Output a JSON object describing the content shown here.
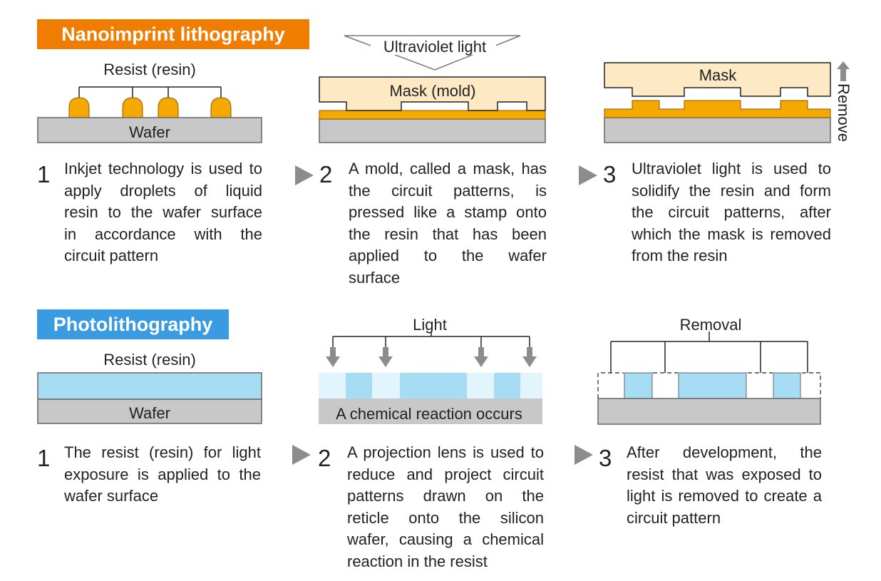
{
  "nanoimprint": {
    "title": "Nanoimprint lithography",
    "title_color": "#f07c00",
    "panel1": {
      "resist_label": "Resist (resin)",
      "wafer_label": "Wafer"
    },
    "panel2": {
      "uv_label": "Ultraviolet light",
      "mask_label": "Mask (mold)"
    },
    "panel3": {
      "mask_label": "Mask",
      "remove_label": "Remove"
    },
    "steps": [
      {
        "num": "1",
        "lines": [
          "Inkjet technology is used to",
          "apply droplets of liquid",
          "resin to the wafer surface",
          "in accordance with the",
          "circuit pattern"
        ]
      },
      {
        "num": "2",
        "lines": [
          "A mold, called a mask, has",
          "the circuit patterns, is",
          "pressed like a stamp onto",
          "the resin that has been",
          "applied to the wafer",
          "surface"
        ]
      },
      {
        "num": "3",
        "lines": [
          "Ultraviolet light is used to",
          "solidify the resin and form",
          "the circuit patterns, after",
          "which the mask is removed",
          "from the resin"
        ]
      }
    ]
  },
  "photolithography": {
    "title": "Photolithography",
    "title_color": "#3a9be0",
    "panel1": {
      "resist_label": "Resist (resin)",
      "wafer_label": "Wafer"
    },
    "panel2": {
      "light_label": "Light",
      "reaction_label": "A chemical reaction occurs"
    },
    "panel3": {
      "removal_label": "Removal"
    },
    "steps": [
      {
        "num": "1",
        "lines": [
          "The resist (resin) for light",
          "exposure is applied to the",
          "wafer surface"
        ]
      },
      {
        "num": "2",
        "lines": [
          "A projection lens is used to",
          "reduce and project circuit",
          "patterns drawn on the",
          "reticle onto the silicon",
          "wafer, causing a chemical",
          "reaction in the resist"
        ]
      },
      {
        "num": "3",
        "lines": [
          "After development, the",
          "resist that was exposed to",
          "light is removed to create a",
          "circuit pattern"
        ]
      }
    ]
  },
  "colors": {
    "resin_orange": "#f5a800",
    "mask_beige": "#fde9c3",
    "wafer_gray": "#c8c8c8",
    "resist_blue": "#a6dcf4",
    "exposed_light_blue": "#e2f4fc",
    "arrow_gray": "#8c8c8c"
  }
}
